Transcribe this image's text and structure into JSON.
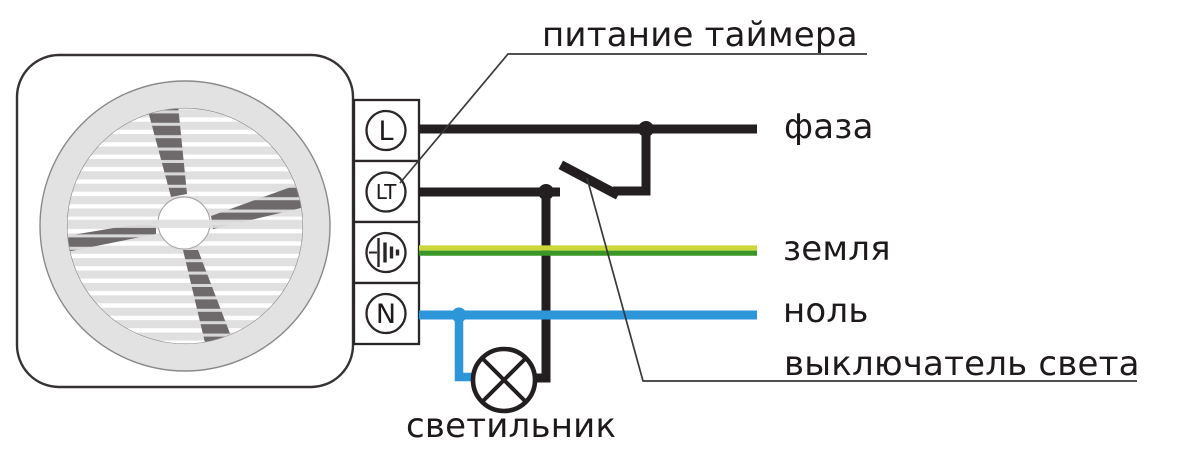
{
  "labels": {
    "timer_power": "питание таймера",
    "phase": "фаза",
    "ground": "земля",
    "neutral": "ноль",
    "light_switch": "выключатель света",
    "lamp": "светильник"
  },
  "terminals": [
    {
      "label": "L"
    },
    {
      "label": "LT"
    },
    {
      "label": "",
      "icon": "ground-icon"
    },
    {
      "label": "N"
    }
  ],
  "colors": {
    "phase_wire": "#231f20",
    "neutral_wire": "#2d96d8",
    "ground_wire_yellow": "#ccd83a",
    "ground_wire_green": "#3a9627",
    "outline": "#363233",
    "text": "#1e191a",
    "fan_ring_fill": "#e3e2e2",
    "fan_slat_fill": "#e1e0e0",
    "fan_blade_fill": "#6e6a6b"
  }
}
